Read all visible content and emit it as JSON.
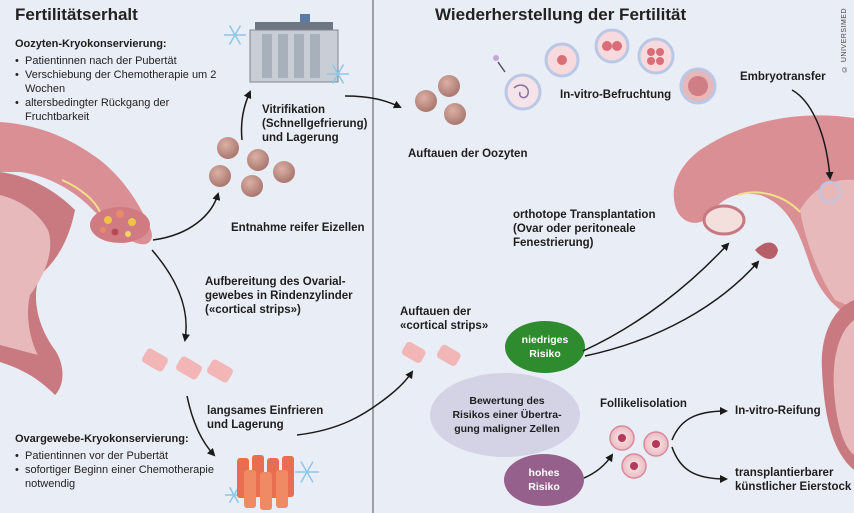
{
  "left": {
    "title": "Fertilitätserhalt",
    "oocyte": {
      "heading": "Oozyten-Kryokonservierung:",
      "bullets": [
        "Patientinnen nach der Pubertät",
        "Verschiebung der Chemotherapie um 2 Wochen",
        "altersbedingter Rückgang der Fruchtbarkeit"
      ]
    },
    "vitrification": [
      "Vitrifikation",
      "(Schnellgefrierung)",
      "und Lagerung"
    ],
    "retrieval": "Entnahme reifer Eizellen",
    "prep": [
      "Aufbereitung des Ovarial-",
      "gewebes in Rindenzylinder",
      "(«cortical strips»)"
    ],
    "slow_freeze": [
      "langsames Einfrieren",
      "und Lagerung"
    ],
    "tissue": {
      "heading": "Ovargewebe-Kryokonservierung:",
      "bullets": [
        "Patientinnen vor der Pubertät",
        "sofortiger Beginn einer Chemotherapie notwendig"
      ]
    }
  },
  "right": {
    "title": "Wiederherstellung der Fertilität",
    "thaw_oocytes": "Auftauen der Oozyten",
    "ivf": "In-vitro-Befruchtung",
    "embryo_transfer": "Embryotransfer",
    "orthotopic": [
      "orthotope Transplantation",
      "(Ovar oder peritoneale",
      "Fenestrierung)"
    ],
    "thaw_strips": [
      "Auftauen der",
      "«cortical strips»"
    ],
    "low_risk": [
      "niedriges",
      "Risiko"
    ],
    "assessment": [
      "Bewertung des",
      "Risikos einer Übertra-",
      "gung maligner Zellen"
    ],
    "high_risk": [
      "hohes",
      "Risiko"
    ],
    "follicle_isolation": "Follikelisolation",
    "ivm": "In-vitro-Reifung",
    "artificial_ovary": [
      "transplantierbarer",
      "künstlicher Eierstock"
    ]
  },
  "watermark": "© UNIVERSIMED",
  "colors": {
    "background": "#e9edf6",
    "tissue": "#d98f93",
    "tissue_dark": "#b75f68",
    "oocyte": "#c99a90",
    "strip": "#f2b6b6",
    "low_risk": "#2e8b2e",
    "assessment": "#d4d3e6",
    "high_risk": "#95608c",
    "snowflake": "#8ec6e8"
  }
}
